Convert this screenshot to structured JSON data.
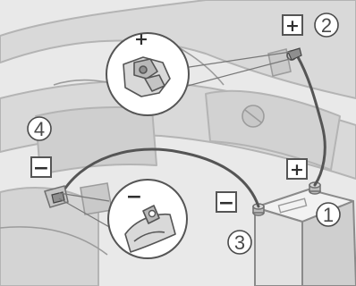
{
  "colors": {
    "background": "#e9e9e9",
    "engine_fill": "#d6d6d6",
    "line": "#b4b4b4",
    "detail": "#8a8a8a",
    "cable": "#555555",
    "sign_box_fill": "#ffffff",
    "sign_box_stroke": "#555555"
  },
  "labels": {
    "positive_sign": "+",
    "negative_sign": "−",
    "callout_1": "1",
    "callout_2": "2",
    "callout_3": "3",
    "callout_4": "4"
  },
  "icons": {
    "positive_connector_detail": "positive-terminal-clamp",
    "negative_connector_detail": "ground-point-clamp",
    "battery": "vehicle-battery"
  }
}
